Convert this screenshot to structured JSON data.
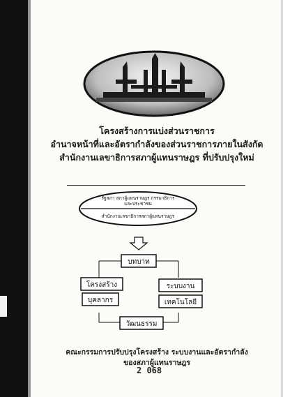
{
  "cover": {
    "title_line_1": "โครงสร้างการแบ่งส่วนราชการ",
    "title_line_2": "อำนาจหน้าที่และอัตรากำลังของส่วนราชการภายในสังกัด",
    "title_line_3": "สำนักงานเลขาธิการสภาผู้แทนราษฎร ที่ปรับปรุงใหม่"
  },
  "diagram": {
    "ellipse_top_text_1": "รัฐสภา สภาผู้แทนราษฎร กรรมาธิการ",
    "ellipse_top_text_2": "และประชาชน",
    "ellipse_bottom_text": "สำนักงานเลขาธิการสภาผู้แทนราษฎร",
    "box_role": "บทบาท",
    "box_structure": "โครงสร้าง",
    "box_system": "ระบบงาน",
    "box_personnel": "บุคลากร",
    "box_technology": "เทคโนโลยี",
    "box_culture": "วัฒนธรรม"
  },
  "footer": {
    "committee_line_1": "คณะกรรมการปรับปรุงโครงสร้าง ระบบงานและอัตรากำลัง",
    "committee_line_2": "ของสภาผู้แทนราษฎร",
    "page_number": "2 068"
  },
  "colors": {
    "spine": "#111111",
    "paper": "#fbfbfa",
    "ink": "#1a1a1a"
  }
}
